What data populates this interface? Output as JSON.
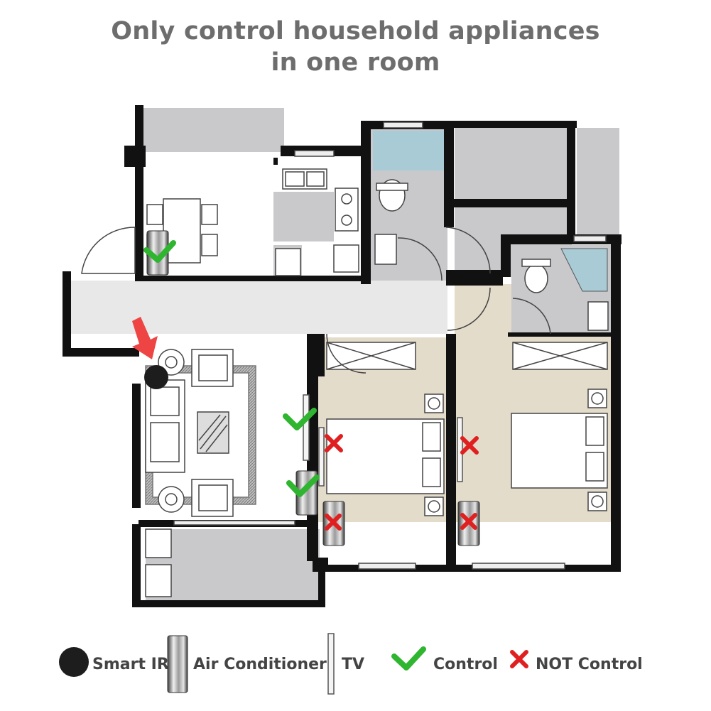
{
  "title": {
    "line1": "Only control household appliances",
    "line2": "in one room"
  },
  "legend": {
    "smart_ir": "Smart IR",
    "air_conditioner": "Air Conditioner",
    "tv": "TV",
    "control": "Control",
    "not_control": "NOT Control"
  },
  "colors": {
    "control_check": "#2fb52f",
    "not_control_cross": "#e02020",
    "pointer_arrow": "#ee4444",
    "wall": "#111111",
    "room_floor_grey": "#c9c9cc",
    "bedroom_floor": "#e3dccb",
    "bath_tile": "#a8cbd6"
  },
  "devices": {
    "smart_ir_location": "living room",
    "controlled": [
      "dining room air conditioner",
      "living room TV",
      "living room air conditioner"
    ],
    "not_controlled": [
      "bedroom 1 TV",
      "bedroom 1 air conditioner",
      "bedroom 2 TV",
      "bedroom 2 air conditioner"
    ]
  }
}
